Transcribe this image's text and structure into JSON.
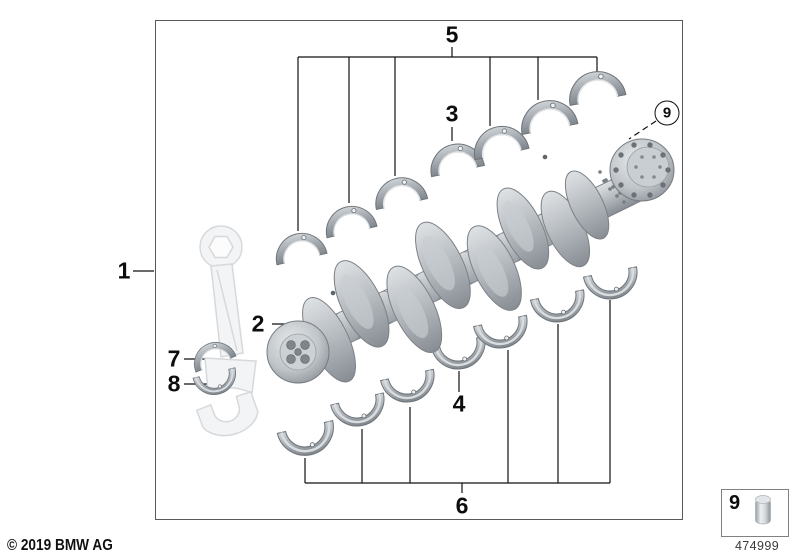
{
  "callouts": {
    "c1": "1",
    "c2": "2",
    "c3": "3",
    "c4": "4",
    "c5": "5",
    "c6": "6",
    "c7": "7",
    "c8": "8",
    "c9": "9"
  },
  "legend": {
    "callout": "9",
    "doc_number": "474999"
  },
  "footer": {
    "copyright": "© 2019 BMW AG"
  },
  "colors": {
    "background": "#ffffff",
    "line": "#111111",
    "border": "#58595b",
    "shell_gray": "#a4aab0",
    "crank_light": "#dfe2e4",
    "crank_dark": "#878d93",
    "ghost_gray": "#f3f4f5",
    "text": "#0d0d0d",
    "doc_number_text": "#3a3a3a"
  }
}
